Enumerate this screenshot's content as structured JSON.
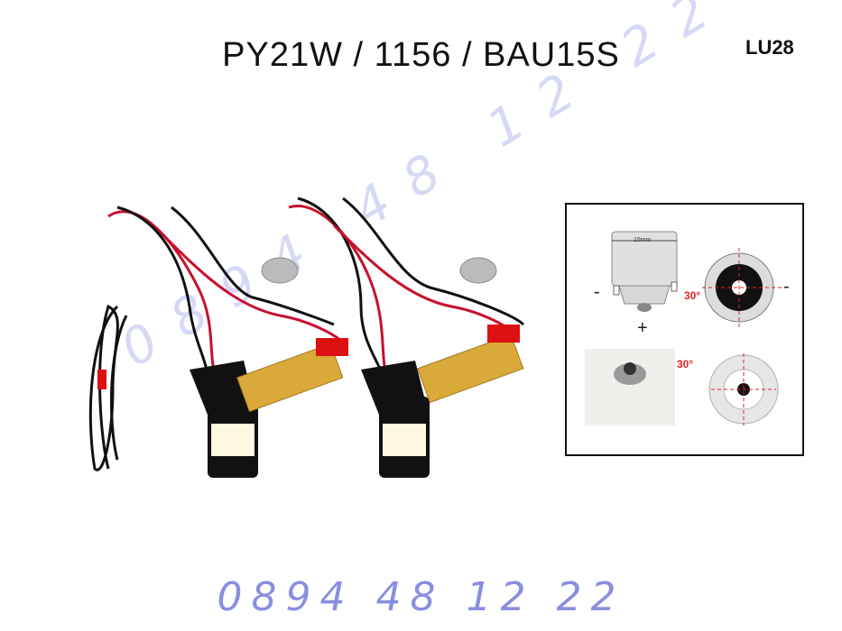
{
  "title": "PY21W / 1156 / BAU15S",
  "code": "LU28",
  "phone": "0894 48 12 22",
  "watermark": "0894 48 12 22",
  "diagram": {
    "width_label": "15mm",
    "minus": "-",
    "plus": "+",
    "angle_top": "30°",
    "angle_bottom": "30°"
  },
  "colors": {
    "watermark": "#8a8ee0",
    "wire_red": "#c8102e",
    "wire_black": "#111111",
    "resistor_gold": "#d9a93a"
  }
}
